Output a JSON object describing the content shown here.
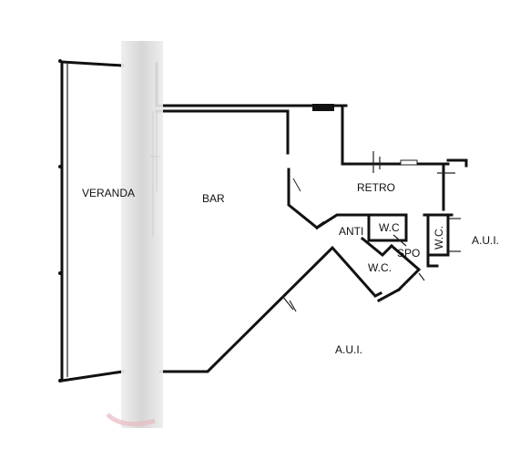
{
  "rooms": {
    "veranda": "VERANDA",
    "bar": "BAR",
    "retro": "RETRO",
    "anti": "ANTI",
    "wc_upper": "W.C",
    "wc_lower": "W.C.",
    "spo": "SPO",
    "wc_vertical": "W.C.",
    "aui_right": "A.U.I.",
    "aui_bottom": "A.U.I."
  },
  "colors": {
    "wall": "#111111",
    "blur_band": "#d9d9d9",
    "background": "#ffffff"
  }
}
